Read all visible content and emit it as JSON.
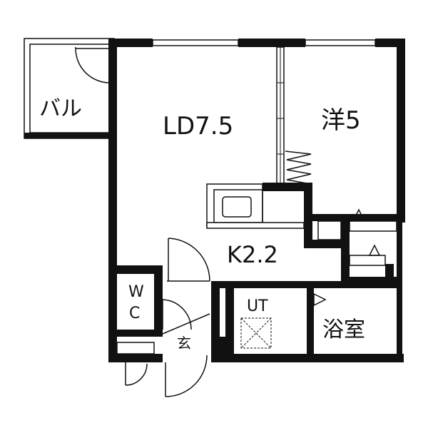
{
  "rooms": {
    "balcony": "バル",
    "living": "LD7.5",
    "western": "洋5",
    "kitchen": "K2.2",
    "wc_top": "W",
    "wc_bottom": "C",
    "entrance": "玄",
    "utility": "UT",
    "bath": "浴室"
  },
  "colors": {
    "wall": "#111111",
    "background": "#ffffff"
  }
}
